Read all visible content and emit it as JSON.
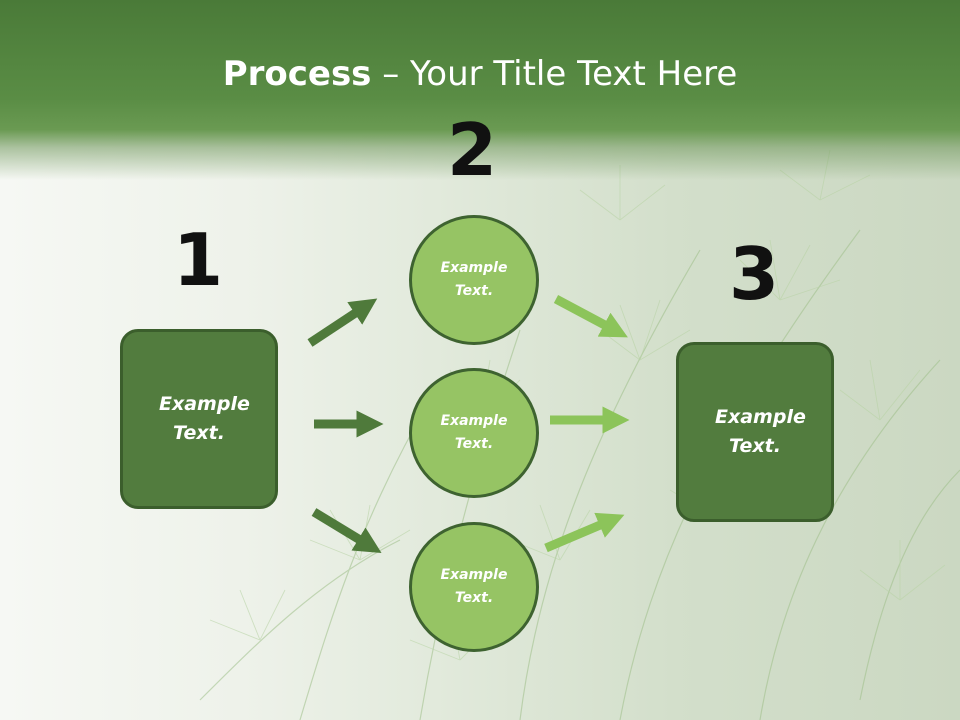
{
  "slide": {
    "title_bold": "Process",
    "title_rest": " – Your Title Text Here",
    "step_numbers": [
      "1",
      "2",
      "3"
    ],
    "left_box_text": "Example Text.",
    "circles": [
      "Example Text.",
      "Example Text.",
      "Example Text."
    ],
    "right_box_text": "Example Text."
  },
  "colors": {
    "header": "#5a8d45",
    "box_fill": "#527c3e",
    "circle_fill": "#96c464",
    "arrow_dark": "#4f7a3b",
    "arrow_light": "#8cc45a"
  }
}
